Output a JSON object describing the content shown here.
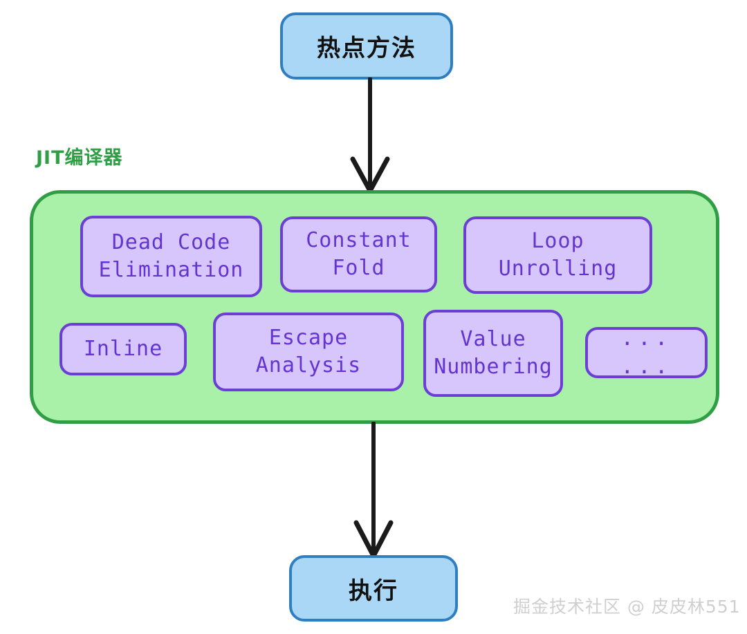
{
  "diagram": {
    "title_node": {
      "label": "热点方法"
    },
    "jit": {
      "label": "JIT编译器",
      "optimizations": [
        {
          "name": "dead-code-elimination",
          "label": "Dead Code\nElimination"
        },
        {
          "name": "constant-fold",
          "label": "Constant\nFold"
        },
        {
          "name": "loop-unrolling",
          "label": "Loop\nUnrolling"
        },
        {
          "name": "inline",
          "label": "Inline"
        },
        {
          "name": "escape-analysis",
          "label": "Escape\nAnalysis"
        },
        {
          "name": "value-numbering",
          "label": "Value\nNumbering"
        },
        {
          "name": "ellipsis",
          "label": "... ..."
        }
      ]
    },
    "end_node": {
      "label": "执行"
    },
    "arrows": [
      {
        "name": "arrow-hot-method-to-jit",
        "from": "热点方法",
        "to": "JIT编译器"
      },
      {
        "name": "arrow-jit-to-execute",
        "from": "JIT编译器",
        "to": "执行"
      }
    ],
    "watermark": "掘金技术社区 @ 皮皮林551",
    "colors": {
      "node_fill": "#a9d7f5",
      "node_border": "#2f7ec0",
      "container_fill": "#a9f0a9",
      "container_border": "#2f9e44",
      "chip_fill": "#d7c6fb",
      "chip_border": "#6b3fd4",
      "chip_text": "#6434d0",
      "arrow": "#1a1a1a",
      "watermark": "#cfcfcf"
    }
  }
}
